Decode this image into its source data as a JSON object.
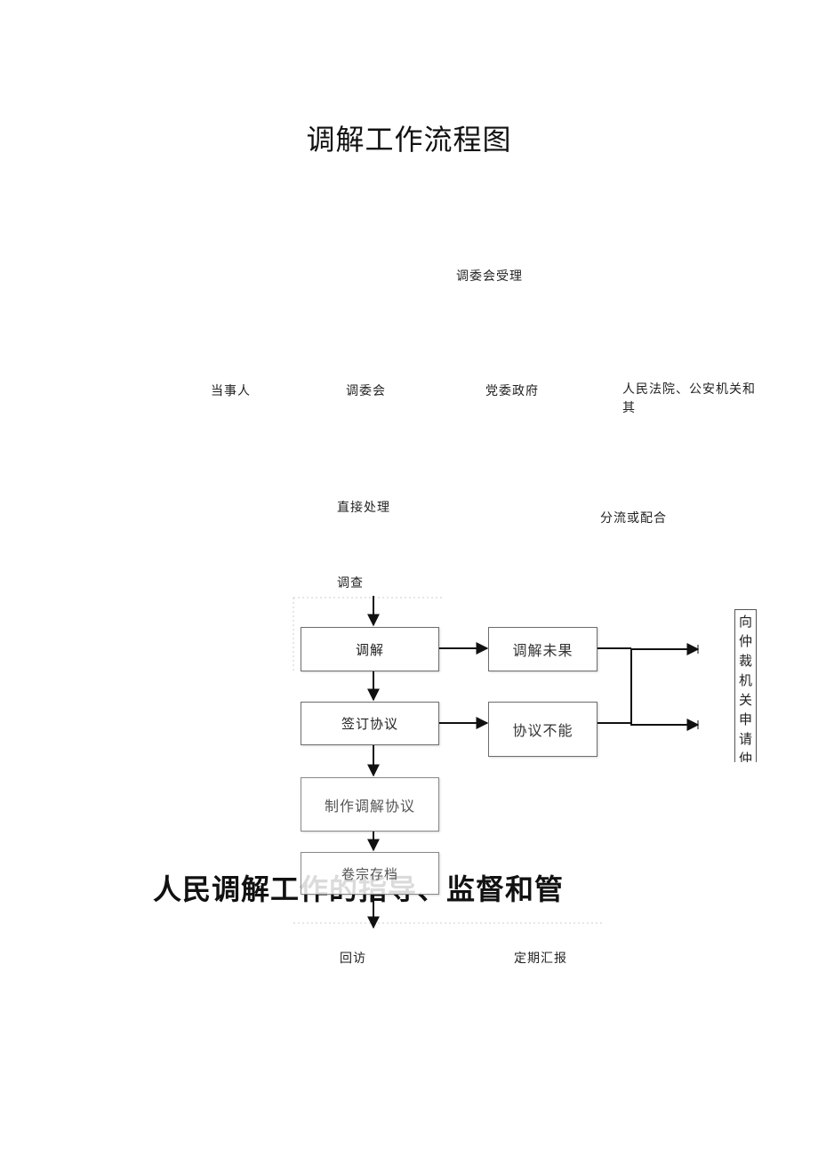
{
  "title": "调解工作流程图",
  "nodes": {
    "accept": "调委会受理",
    "party": "当事人",
    "committee": "调委会",
    "party_gov": "党委政府",
    "court_police": "人民法院、公安机关和其",
    "direct_handle": "直接处理",
    "divert": "分流或配合",
    "investigate": "调查",
    "mediate": "调解",
    "mediate_fail": "调解未果",
    "sign": "签订协议",
    "agreement_fail": "协议不能",
    "make_agreement": "制作调解协议",
    "archive": "卷宗存档",
    "revisit": "回访",
    "report": "定期汇报"
  },
  "arbitration_chars": [
    "向",
    "仲",
    "裁",
    "机",
    "关",
    "申",
    "请",
    "仲"
  ],
  "subtitle": "人民调解工作的指导、监督和管"
}
